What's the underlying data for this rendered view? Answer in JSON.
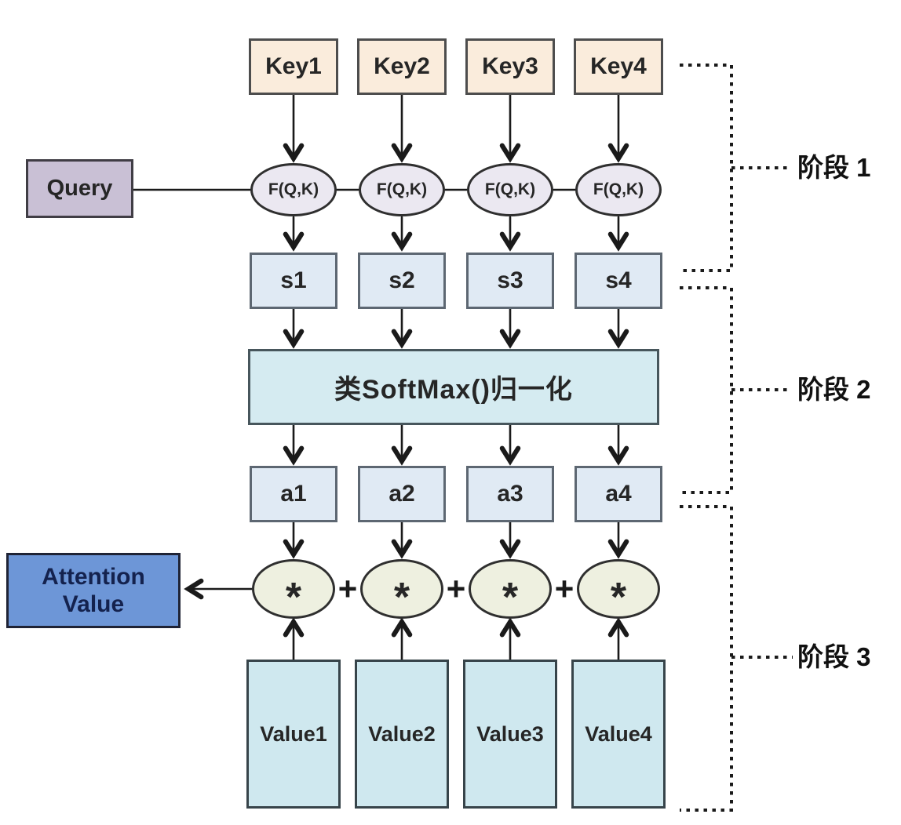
{
  "colors": {
    "key-fill": "#faecdc",
    "key-border": "#4d4d4d",
    "query-fill": "#c9c0d5",
    "query-border": "#403d45",
    "fqk-fill": "#ebe8f1",
    "fqk-border": "#2f2f2f",
    "score-fill": "#e0eaf4",
    "score-border": "#5d6772",
    "softmax-fill": "#d5ebf1",
    "softmax-border": "#47565c",
    "mult-fill": "#eef0e0",
    "mult-border": "#2f2f2f",
    "attn-fill": "#6d96d7",
    "attn-border": "#1f2335",
    "attn-text": "#14224e",
    "value-fill": "#cfe8ef",
    "value-border": "#37444a",
    "line": "#1a1a1a",
    "text": "#262626"
  },
  "nodes": {
    "keys": [
      "Key1",
      "Key2",
      "Key3",
      "Key4"
    ],
    "query": "Query",
    "similarity_function": "F(Q,K)",
    "scores": [
      "s1",
      "s2",
      "s3",
      "s4"
    ],
    "softmax": "类SoftMax()归一化",
    "weights": [
      "a1",
      "a2",
      "a3",
      "a4"
    ],
    "multiply": "*",
    "plus": "+",
    "attention_line1": "Attention",
    "attention_line2": "Value",
    "values": [
      "Value1",
      "Value2",
      "Value3",
      "Value4"
    ]
  },
  "stages": [
    "阶段 1",
    "阶段 2",
    "阶段 3"
  ]
}
